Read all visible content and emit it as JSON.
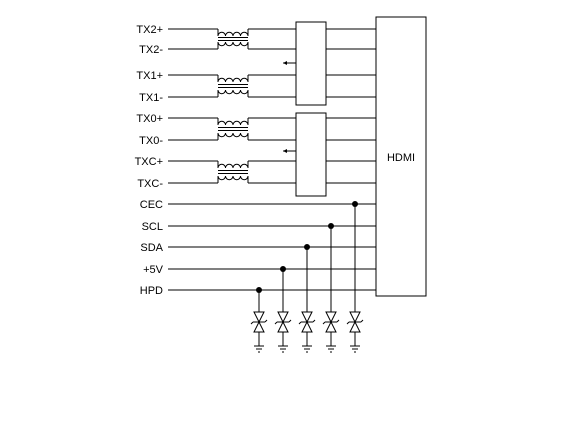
{
  "diagram": {
    "connector_label": "HDMI",
    "signal_labels": [
      "TX2+",
      "TX2-",
      "TX1+",
      "TX1-",
      "TX0+",
      "TX0-",
      "TXC+",
      "TXC-",
      "CEC",
      "SCL",
      "SDA",
      "+5V",
      "HPD"
    ],
    "components": {
      "common_mode_chokes": 4,
      "esd_switch_blocks": 2,
      "tvs_diodes": 5
    }
  }
}
